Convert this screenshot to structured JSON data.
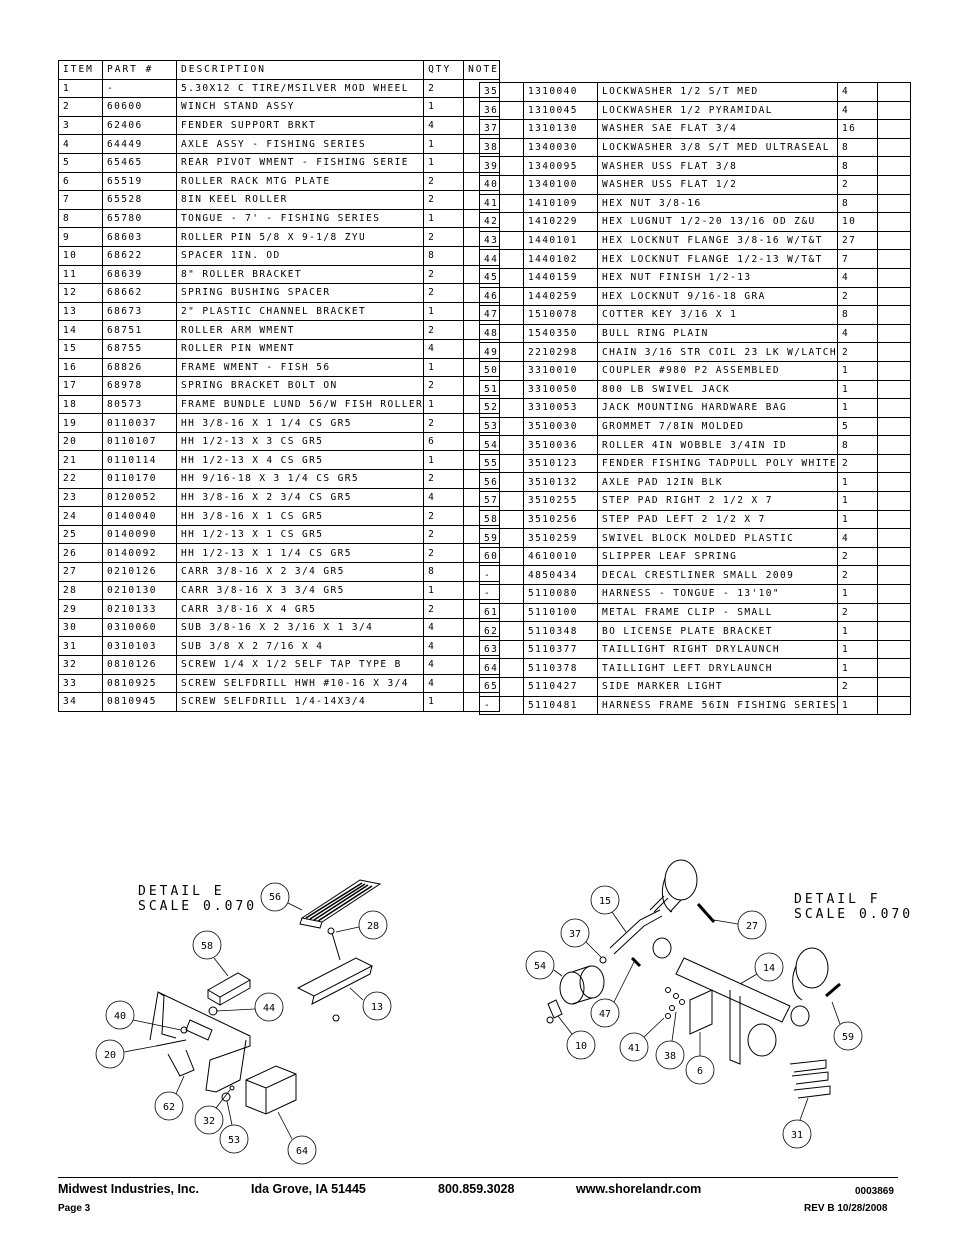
{
  "table": {
    "headers": {
      "item": "ITEM",
      "part": "PART #",
      "description": "DESCRIPTION",
      "qty": "QTY",
      "note": "NOTE"
    },
    "left_rows": [
      [
        "1",
        "-",
        "5.30X12 C TIRE/MSILVER MOD WHEEL",
        "2"
      ],
      [
        "2",
        "60600",
        "WINCH STAND ASSY",
        "1"
      ],
      [
        "3",
        "62406",
        "FENDER SUPPORT BRKT",
        "4"
      ],
      [
        "4",
        "64449",
        "AXLE ASSY - FISHING SERIES",
        "1"
      ],
      [
        "5",
        "65465",
        "REAR PIVOT WMENT - FISHING SERIE",
        "1"
      ],
      [
        "6",
        "65519",
        "ROLLER RACK MTG PLATE",
        "2"
      ],
      [
        "7",
        "65528",
        "8IN KEEL ROLLER",
        "2"
      ],
      [
        "8",
        "65780",
        "TONGUE - 7' - FISHING SERIES",
        "1"
      ],
      [
        "9",
        "68603",
        "ROLLER PIN 5/8 X 9-1/8 ZYU",
        "2"
      ],
      [
        "10",
        "68622",
        "SPACER  1IN. OD",
        "8"
      ],
      [
        "11",
        "68639",
        "8\" ROLLER BRACKET",
        "2"
      ],
      [
        "12",
        "68662",
        "SPRING BUSHING SPACER",
        "2"
      ],
      [
        "13",
        "68673",
        "2\" PLASTIC CHANNEL BRACKET",
        "1"
      ],
      [
        "14",
        "68751",
        "ROLLER ARM WMENT",
        "2"
      ],
      [
        "15",
        "68755",
        "ROLLER PIN WMENT",
        "4"
      ],
      [
        "16",
        "68826",
        "FRAME WMENT  - FISH 56",
        "1"
      ],
      [
        "17",
        "68978",
        "SPRING BRACKET BOLT ON",
        "2"
      ],
      [
        "18",
        "80573",
        "FRAME BUNDLE LUND 56/W FISH ROLLER",
        "1"
      ],
      [
        "19",
        "0110037",
        "HH 3/8-16 X 1 1/4 CS GR5",
        "2"
      ],
      [
        "20",
        "0110107",
        "HH 1/2-13 X 3 CS GR5",
        "6"
      ],
      [
        "21",
        "0110114",
        "HH 1/2-13 X 4 CS GR5",
        "1"
      ],
      [
        "22",
        "0110170",
        "HH 9/16-18 X 3 1/4 CS GR5",
        "2"
      ],
      [
        "23",
        "0120052",
        "HH 3/8-16 X 2 3/4 CS GR5",
        "4"
      ],
      [
        "24",
        "0140040",
        "HH 3/8-16 X 1 CS GR5",
        "2"
      ],
      [
        "25",
        "0140090",
        "HH 1/2-13 X 1 CS GR5",
        "2"
      ],
      [
        "26",
        "0140092",
        "HH 1/2-13 X 1 1/4 CS GR5",
        "2"
      ],
      [
        "27",
        "0210126",
        "CARR 3/8-16 X 2 3/4 GR5",
        "8"
      ],
      [
        "28",
        "0210130",
        "CARR 3/8-16 X 3 3/4 GR5",
        "1"
      ],
      [
        "29",
        "0210133",
        "CARR 3/8-16 X 4 GR5",
        "2"
      ],
      [
        "30",
        "0310060",
        "SUB 3/8-16 X 2 3/16 X 1 3/4",
        "4"
      ],
      [
        "31",
        "0310103",
        "SUB 3/8 X 2 7/16 X 4",
        "4"
      ],
      [
        "32",
        "0810126",
        "SCREW 1/4 X 1/2 SELF TAP TYPE B",
        "4"
      ],
      [
        "33",
        "0810925",
        "SCREW SELFDRILL HWH #10-16 X 3/4",
        "4"
      ],
      [
        "34",
        "0810945",
        "SCREW SELFDRILL  1/4-14X3/4",
        "1"
      ]
    ],
    "right_rows": [
      [
        "35",
        "1310040",
        "LOCKWASHER 1/2 S/T MED",
        "4"
      ],
      [
        "36",
        "1310045",
        "LOCKWASHER 1/2 PYRAMIDAL",
        "4"
      ],
      [
        "37",
        "1310130",
        "WASHER SAE FLAT 3/4",
        "16"
      ],
      [
        "38",
        "1340030",
        "LOCKWASHER 3/8 S/T MED ULTRASEAL",
        "8"
      ],
      [
        "39",
        "1340095",
        "WASHER USS FLAT 3/8",
        "8"
      ],
      [
        "40",
        "1340100",
        "WASHER USS FLAT 1/2",
        "2"
      ],
      [
        "41",
        "1410109",
        "HEX NUT 3/8-16",
        "8"
      ],
      [
        "42",
        "1410229",
        "HEX LUGNUT 1/2-20 13/16 OD Z&U",
        "10"
      ],
      [
        "43",
        "1440101",
        "HEX LOCKNUT FLANGE 3/8-16 W/T&T",
        "27"
      ],
      [
        "44",
        "1440102",
        "HEX LOCKNUT FLANGE 1/2-13 W/T&T",
        "7"
      ],
      [
        "45",
        "1440159",
        "HEX NUT FINISH 1/2-13",
        "4"
      ],
      [
        "46",
        "1440259",
        "HEX LOCKNUT 9/16-18 GRA",
        "2"
      ],
      [
        "47",
        "1510078",
        "COTTER KEY 3/16 X 1",
        "8"
      ],
      [
        "48",
        "1540350",
        "BULL RING PLAIN",
        "4"
      ],
      [
        "49",
        "2210298",
        "CHAIN 3/16 STR COIL 23 LK W/LATCH",
        "2"
      ],
      [
        "50",
        "3310010",
        "COUPLER #980 P2 ASSEMBLED",
        "1"
      ],
      [
        "51",
        "3310050",
        "800 LB SWIVEL JACK",
        "1"
      ],
      [
        "52",
        "3310053",
        "JACK MOUNTING HARDWARE BAG",
        "1"
      ],
      [
        "53",
        "3510030",
        "GROMMET  7/8IN MOLDED",
        "5"
      ],
      [
        "54",
        "3510036",
        "ROLLER  4IN WOBBLE  3/4IN ID",
        "8"
      ],
      [
        "55",
        "3510123",
        "FENDER  FISHING TADPULL POLY WHITE",
        "2"
      ],
      [
        "56",
        "3510132",
        "AXLE PAD 12IN  BLK",
        "1"
      ],
      [
        "57",
        "3510255",
        "STEP PAD  RIGHT  2 1/2 X  7",
        "1"
      ],
      [
        "58",
        "3510256",
        "STEP PAD  LEFT  2 1/2 X  7",
        "1"
      ],
      [
        "59",
        "3510259",
        "SWIVEL BLOCK MOLDED PLASTIC",
        "4"
      ],
      [
        "60",
        "4610010",
        "SLIPPER LEAF SPRING",
        "2"
      ],
      [
        "-",
        "4850434",
        "DECAL CRESTLINER SMALL 2009",
        "2"
      ],
      [
        "-",
        "5110080",
        "HARNESS - TONGUE - 13'10\"",
        "1"
      ],
      [
        "61",
        "5110100",
        "METAL FRAME CLIP - SMALL",
        "2"
      ],
      [
        "62",
        "5110348",
        "BO LICENSE PLATE BRACKET",
        "1"
      ],
      [
        "63",
        "5110377",
        "TAILLIGHT  RIGHT  DRYLAUNCH",
        "1"
      ],
      [
        "64",
        "5110378",
        "TAILLIGHT  LEFT  DRYLAUNCH",
        "1"
      ],
      [
        "65",
        "5110427",
        "SIDE MARKER LIGHT",
        "2"
      ],
      [
        "-",
        "5110481",
        "HARNESS  FRAME  56IN FISHING SERIES",
        "1"
      ]
    ]
  },
  "detail_e": {
    "title": "DETAIL  E",
    "scale": "SCALE  0.070",
    "callouts": [
      "56",
      "28",
      "58",
      "44",
      "13",
      "40",
      "20",
      "62",
      "32",
      "53",
      "64"
    ]
  },
  "detail_f": {
    "title": "DETAIL  F",
    "scale": "SCALE  0.070",
    "callouts": [
      "15",
      "37",
      "27",
      "54",
      "14",
      "47",
      "41",
      "38",
      "6",
      "10",
      "59",
      "31"
    ]
  },
  "footer": {
    "company": "Midwest Industries, Inc.",
    "city": "Ida Grove, IA  51445",
    "phone": "800.859.3028",
    "web": "www.shorelandr.com",
    "doc_number": "0003869",
    "page": "Page 3",
    "revision": "REV B  10/28/2008"
  }
}
